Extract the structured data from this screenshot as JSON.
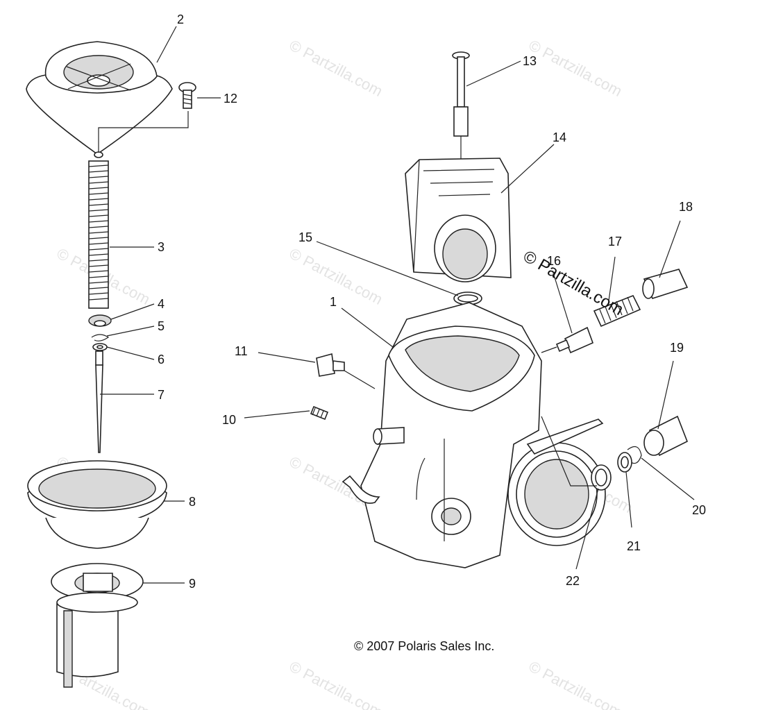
{
  "watermark": "© Partzilla.com",
  "stamp": "© Partzilla.com",
  "copyright": "© 2007 Polaris Sales Inc.",
  "callouts": [
    "1",
    "2",
    "3",
    "4",
    "5",
    "6",
    "7",
    "8",
    "9",
    "10",
    "11",
    "12",
    "13",
    "14",
    "15",
    "16",
    "17",
    "18",
    "19",
    "20",
    "21",
    "22"
  ]
}
